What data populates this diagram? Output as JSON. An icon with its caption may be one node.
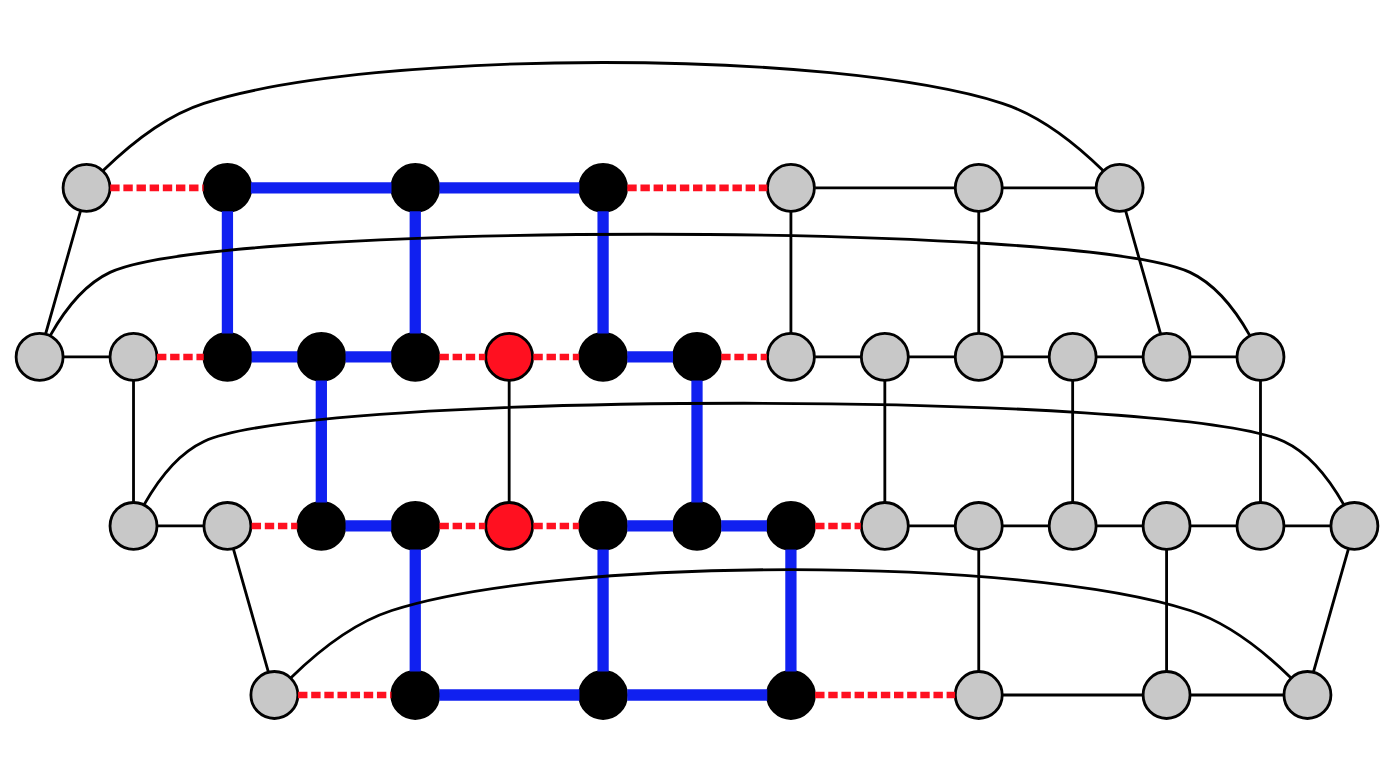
{
  "diagram": {
    "nodes": [
      {
        "text": [],
        "shape": "circle"
      },
      {
        "text": [],
        "shape": "circle"
      },
      {
        "text": [],
        "shape": "circle"
      },
      {
        "text": [],
        "shape": "circle"
      },
      {
        "text": [],
        "shape": "circle"
      },
      {
        "text": [],
        "shape": "circle"
      },
      {
        "text": [],
        "shape": "circle"
      },
      {
        "text": [],
        "shape": "circle"
      },
      {
        "text": [],
        "shape": "circle"
      },
      {
        "text": [],
        "shape": "circle"
      },
      {
        "text": [],
        "shape": "circle"
      },
      {
        "text": [],
        "shape": "circle"
      },
      {
        "text": [],
        "shape": "circle"
      },
      {
        "text": [],
        "shape": "circle"
      },
      {
        "text": [],
        "shape": "circle"
      },
      {
        "text": [],
        "shape": "circle"
      },
      {
        "text": [],
        "shape": "circle"
      },
      {
        "text": [],
        "shape": "circle"
      },
      {
        "text": [],
        "shape": "circle"
      },
      {
        "text": [],
        "shape": "circle"
      },
      {
        "text": [],
        "shape": "circle"
      },
      {
        "text": [],
        "shape": "circle"
      },
      {
        "text": [],
        "shape": "circle"
      },
      {
        "text": [],
        "shape": "circle"
      },
      {
        "text": [],
        "shape": "circle"
      },
      {
        "text": [],
        "shape": "circle"
      },
      {
        "text": [],
        "shape": "circle"
      },
      {
        "text": [],
        "shape": "circle"
      },
      {
        "text": [],
        "shape": "circle"
      },
      {
        "text": [],
        "shape": "circle"
      },
      {
        "text": [],
        "shape": "circle"
      },
      {
        "text": [],
        "shape": "circle"
      },
      {
        "text": [],
        "shape": "circle"
      },
      {
        "text": [],
        "shape": "circle"
      },
      {
        "text": [],
        "shape": "circle"
      },
      {
        "text": [],
        "shape": "circle"
      },
      {
        "text": [],
        "shape": "circle"
      },
      {
        "text": [],
        "shape": "circle"
      },
      {
        "text": [],
        "shape": "circle"
      },
      {
        "text": [],
        "shape": "circle"
      },
      {
        "text": [],
        "shape": "circle"
      },
      {
        "text": [],
        "shape": "circle"
      }
    ],
    "edges": [
      {
        "from": 0,
        "to": 1,
        "arrow": "none",
        "style": "dashed",
        "color": "#ff1020"
      },
      {
        "from": 1,
        "to": 2,
        "arrow": "none",
        "style": "thick",
        "color": "#1020f0"
      },
      {
        "from": 2,
        "to": 3,
        "arrow": "none",
        "style": "thick",
        "color": "#1020f0"
      },
      {
        "from": 3,
        "to": 4,
        "arrow": "none",
        "style": "dashed",
        "color": "#ff1020"
      },
      {
        "from": 4,
        "to": 5,
        "arrow": "none"
      },
      {
        "from": 5,
        "to": 6,
        "arrow": "none"
      },
      {
        "from": 6,
        "to": 0,
        "arrow": "none"
      },
      {
        "from": 7,
        "to": 8,
        "arrow": "none"
      },
      {
        "from": 8,
        "to": 9,
        "arrow": "none",
        "style": "dashed",
        "color": "#ff1020"
      },
      {
        "from": 9,
        "to": 10,
        "arrow": "none",
        "style": "thick",
        "color": "#1020f0"
      },
      {
        "from": 10,
        "to": 11,
        "arrow": "none",
        "style": "thick",
        "color": "#1020f0"
      },
      {
        "from": 11,
        "to": 12,
        "arrow": "none",
        "style": "dashed",
        "color": "#ff1020"
      },
      {
        "from": 12,
        "to": 13,
        "arrow": "none",
        "style": "dashed",
        "color": "#ff1020"
      },
      {
        "from": 13,
        "to": 14,
        "arrow": "none",
        "style": "thick",
        "color": "#1020f0"
      },
      {
        "from": 14,
        "to": 15,
        "arrow": "none",
        "style": "dashed",
        "color": "#ff1020"
      },
      {
        "from": 15,
        "to": 16,
        "arrow": "none"
      },
      {
        "from": 16,
        "to": 17,
        "arrow": "none"
      },
      {
        "from": 17,
        "to": 18,
        "arrow": "none"
      },
      {
        "from": 18,
        "to": 19,
        "arrow": "none"
      },
      {
        "from": 19,
        "to": 20,
        "arrow": "none"
      },
      {
        "from": 20,
        "to": 7,
        "arrow": "none"
      },
      {
        "from": 21,
        "to": 22,
        "arrow": "none"
      },
      {
        "from": 22,
        "to": 23,
        "arrow": "none",
        "style": "dashed",
        "color": "#ff1020"
      },
      {
        "from": 23,
        "to": 24,
        "arrow": "none",
        "style": "thick",
        "color": "#1020f0"
      },
      {
        "from": 24,
        "to": 25,
        "arrow": "none",
        "style": "dashed",
        "color": "#ff1020"
      },
      {
        "from": 25,
        "to": 26,
        "arrow": "none",
        "style": "dashed",
        "color": "#ff1020"
      },
      {
        "from": 26,
        "to": 27,
        "arrow": "none",
        "style": "thick",
        "color": "#1020f0"
      },
      {
        "from": 27,
        "to": 28,
        "arrow": "none",
        "style": "thick",
        "color": "#1020f0"
      },
      {
        "from": 28,
        "to": 29,
        "arrow": "none",
        "style": "dashed",
        "color": "#ff1020"
      },
      {
        "from": 29,
        "to": 30,
        "arrow": "none"
      },
      {
        "from": 30,
        "to": 31,
        "arrow": "none"
      },
      {
        "from": 31,
        "to": 32,
        "arrow": "none"
      },
      {
        "from": 32,
        "to": 33,
        "arrow": "none"
      },
      {
        "from": 33,
        "to": 34,
        "arrow": "none"
      },
      {
        "from": 34,
        "to": 21,
        "arrow": "none"
      },
      {
        "from": 35,
        "to": 36,
        "arrow": "none",
        "style": "dashed",
        "color": "#ff1020"
      },
      {
        "from": 36,
        "to": 37,
        "arrow": "none",
        "style": "thick",
        "color": "#1020f0"
      },
      {
        "from": 37,
        "to": 38,
        "arrow": "none",
        "style": "thick",
        "color": "#1020f0"
      },
      {
        "from": 38,
        "to": 39,
        "arrow": "none",
        "style": "dashed",
        "color": "#ff1020"
      },
      {
        "from": 39,
        "to": 40,
        "arrow": "none"
      },
      {
        "from": 40,
        "to": 41,
        "arrow": "none"
      },
      {
        "from": 41,
        "to": 35,
        "arrow": "none"
      },
      {
        "from": 0,
        "to": 7,
        "arrow": "none"
      },
      {
        "from": 1,
        "to": 9,
        "arrow": "none",
        "style": "thick",
        "color": "#1020f0"
      },
      {
        "from": 2,
        "to": 11,
        "arrow": "none",
        "style": "thick",
        "color": "#1020f0"
      },
      {
        "from": 3,
        "to": 13,
        "arrow": "none",
        "style": "thick",
        "color": "#1020f0"
      },
      {
        "from": 4,
        "to": 15,
        "arrow": "none"
      },
      {
        "from": 5,
        "to": 17,
        "arrow": "none"
      },
      {
        "from": 6,
        "to": 19,
        "arrow": "none"
      },
      {
        "from": 8,
        "to": 21,
        "arrow": "none"
      },
      {
        "from": 10,
        "to": 23,
        "arrow": "none",
        "style": "thick",
        "color": "#1020f0"
      },
      {
        "from": 12,
        "to": 25,
        "arrow": "none"
      },
      {
        "from": 14,
        "to": 27,
        "arrow": "none",
        "style": "thick",
        "color": "#1020f0"
      },
      {
        "from": 16,
        "to": 29,
        "arrow": "none"
      },
      {
        "from": 18,
        "to": 31,
        "arrow": "none"
      },
      {
        "from": 20,
        "to": 33,
        "arrow": "none"
      },
      {
        "from": 22,
        "to": 35,
        "arrow": "none"
      },
      {
        "from": 24,
        "to": 36,
        "arrow": "none",
        "style": "thick",
        "color": "#1020f0"
      },
      {
        "from": 26,
        "to": 37,
        "arrow": "none",
        "style": "thick",
        "color": "#1020f0"
      },
      {
        "from": 28,
        "to": 38,
        "arrow": "none",
        "style": "thick",
        "color": "#1020f0"
      },
      {
        "from": 30,
        "to": 39,
        "arrow": "none"
      },
      {
        "from": 32,
        "to": 40,
        "arrow": "none"
      },
      {
        "from": 34,
        "to": 41,
        "arrow": "none"
      }
    ]
  }
}
